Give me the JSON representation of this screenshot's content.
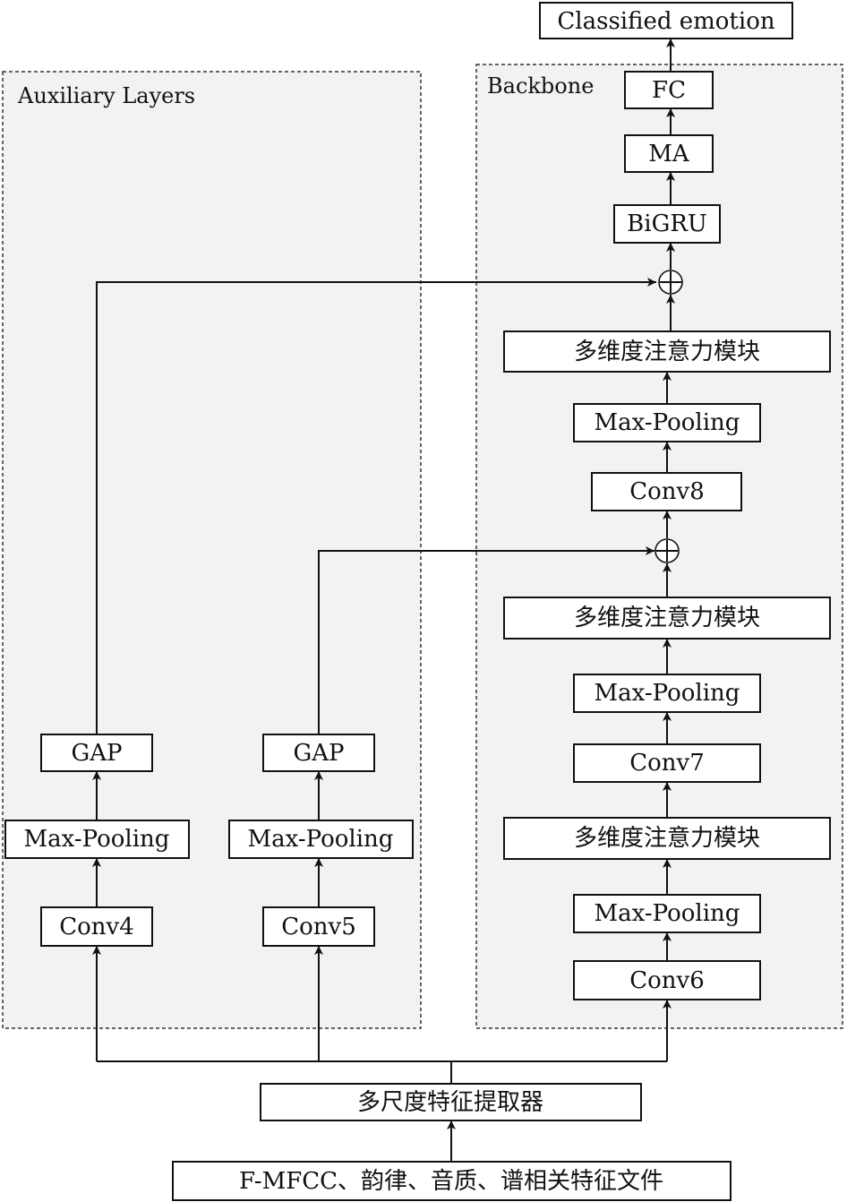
{
  "groups": {
    "auxiliary": "Auxiliary Layers",
    "backbone": "Backbone"
  },
  "nodes": {
    "output": "Classified emotion",
    "fc": "FC",
    "ma": "MA",
    "bigru": "BiGRU",
    "att3": "多维度注意力模块",
    "pool8": "Max-Pooling",
    "conv8": "Conv8",
    "att2": "多维度注意力模块",
    "pool7": "Max-Pooling",
    "conv7": "Conv7",
    "att1": "多维度注意力模块",
    "pool6": "Max-Pooling",
    "conv6": "Conv6",
    "gap4": "GAP",
    "pool4": "Max-Pooling",
    "conv4": "Conv4",
    "gap5": "GAP",
    "pool5": "Max-Pooling",
    "conv5": "Conv5",
    "extractor": "多尺度特征提取器",
    "input": "F-MFCC、韵律、音质、谱相关特征文件"
  },
  "icons": {
    "sum": "circled-plus-icon",
    "arrow": "arrowhead-icon"
  }
}
